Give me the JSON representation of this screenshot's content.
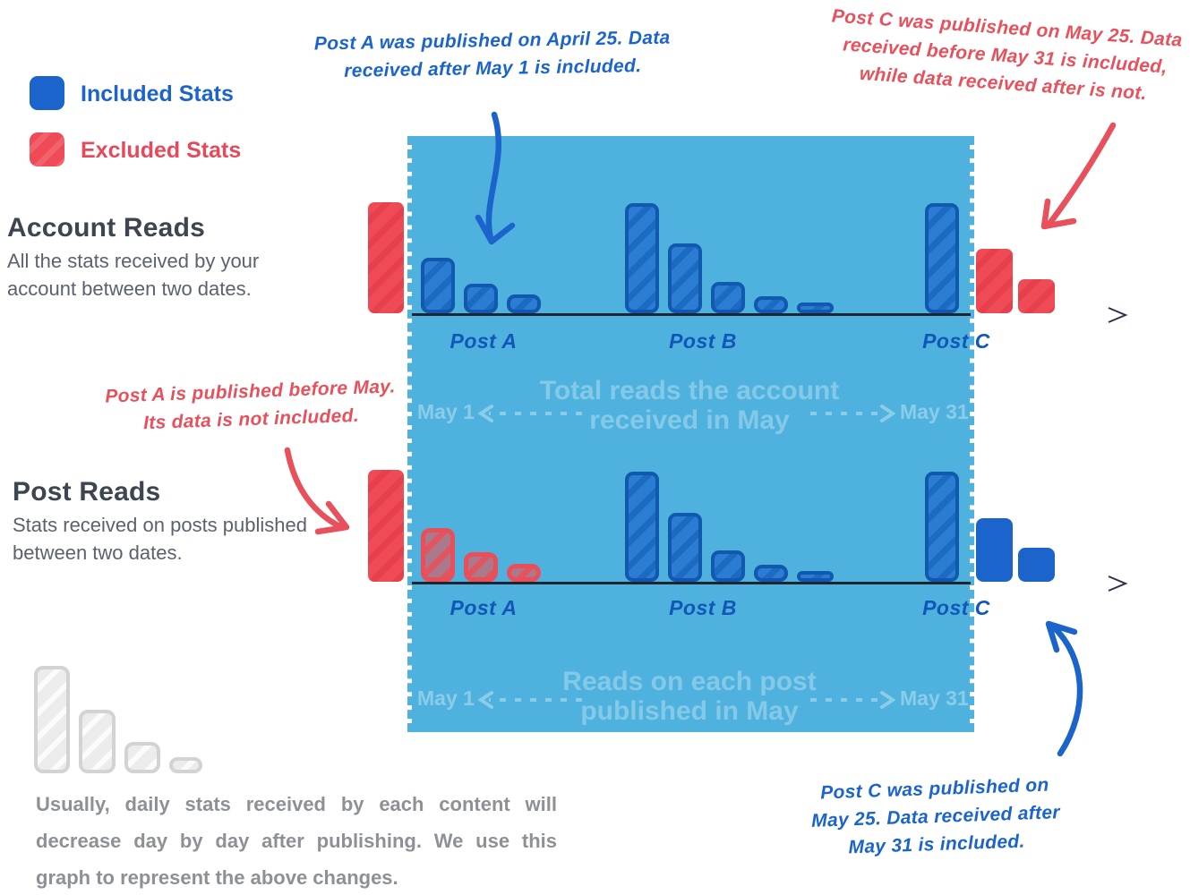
{
  "legend": {
    "included_label": "Included Stats",
    "excluded_label": "Excluded Stats"
  },
  "sections": {
    "account_reads": {
      "title": "Account Reads",
      "description": "All the stats received by your account between two dates."
    },
    "post_reads": {
      "title": "Post Reads",
      "description": "Stats received on posts published between two dates."
    }
  },
  "annotations": {
    "post_a_top": "Post A was published on April 25. Data received after May 1 is included.",
    "post_c_top": "Post C was published on May 25. Data received before May 31 is included, while data received after is not.",
    "post_a_left": "Post A is published before May. Its data is not included.",
    "post_c_bottom": "Post C was published on May 25. Data received after May 31 is included."
  },
  "footer_note": "Usually, daily stats received by each content will decrease day by day after publishing. We use this graph to represent the above changes.",
  "colors": {
    "included_blue": "#1b64cb",
    "excluded_red": "#ee4b56",
    "box_blue": "#4fb2de",
    "bar_blue_fill": "#2b7dd3",
    "bar_blue_border": "#1059ae",
    "watermark": "rgba(255,255,255,0.30)",
    "heading_dark": "#3d4550",
    "body_gray": "#5a626d",
    "footer_gray": "#8d9196"
  },
  "chart_data": [
    {
      "type": "bar",
      "name": "account-reads-timeline",
      "watermark_lines": [
        "Total reads the account",
        "received in May"
      ],
      "range_start": "May 1",
      "range_end": "May 31",
      "post_labels": [
        "Post A",
        "Post B",
        "Post C"
      ],
      "groups": [
        {
          "name": "before-may-excluded",
          "bars": [
            {
              "status": "excluded",
              "style": "red-hatch",
              "h": 124,
              "w": 40
            }
          ]
        },
        {
          "name": "post-a",
          "bars": [
            {
              "status": "included",
              "style": "blue-hatch",
              "h": 62
            },
            {
              "status": "included",
              "style": "blue-hatch",
              "h": 33
            },
            {
              "status": "included",
              "style": "blue-hatch",
              "h": 21
            }
          ]
        },
        {
          "name": "post-b",
          "bars": [
            {
              "status": "included",
              "style": "blue-hatch",
              "h": 123
            },
            {
              "status": "included",
              "style": "blue-hatch",
              "h": 78
            },
            {
              "status": "included",
              "style": "blue-hatch",
              "h": 35
            },
            {
              "status": "included",
              "style": "blue-hatch",
              "h": 19
            },
            {
              "status": "included",
              "style": "blue-hatch",
              "h": 12,
              "w": 41
            }
          ]
        },
        {
          "name": "post-c",
          "bars": [
            {
              "status": "included",
              "style": "blue-hatch",
              "h": 123
            }
          ]
        },
        {
          "name": "after-may-excluded",
          "bars": [
            {
              "status": "excluded",
              "style": "red-hatch",
              "h": 72,
              "w": 41
            },
            {
              "status": "excluded",
              "style": "red-hatch",
              "h": 38,
              "w": 41
            }
          ]
        }
      ]
    },
    {
      "type": "bar",
      "name": "post-reads-timeline",
      "watermark_lines": [
        "Reads on each post",
        "published in May"
      ],
      "range_start": "May 1",
      "range_end": "May 31",
      "post_labels": [
        "Post A",
        "Post B",
        "Post C"
      ],
      "groups": [
        {
          "name": "before-may-excluded",
          "bars": [
            {
              "status": "excluded",
              "style": "red-hatch",
              "h": 125,
              "w": 40
            }
          ]
        },
        {
          "name": "post-a-excluded",
          "bars": [
            {
              "status": "excluded",
              "style": "red-hatch-muted",
              "h": 60
            },
            {
              "status": "excluded",
              "style": "red-hatch-muted",
              "h": 33
            },
            {
              "status": "excluded",
              "style": "red-hatch-muted",
              "h": 20
            }
          ]
        },
        {
          "name": "post-b",
          "bars": [
            {
              "status": "included",
              "style": "blue-hatch",
              "h": 123
            },
            {
              "status": "included",
              "style": "blue-hatch",
              "h": 77
            },
            {
              "status": "included",
              "style": "blue-hatch",
              "h": 35
            },
            {
              "status": "included",
              "style": "blue-hatch",
              "h": 19
            },
            {
              "status": "included",
              "style": "blue-hatch",
              "h": 12,
              "w": 41
            }
          ]
        },
        {
          "name": "post-c",
          "bars": [
            {
              "status": "included",
              "style": "blue-hatch",
              "h": 123
            }
          ]
        },
        {
          "name": "after-may-included",
          "bars": [
            {
              "status": "included",
              "style": "blue-solid",
              "h": 71,
              "w": 41
            },
            {
              "status": "included",
              "style": "blue-solid",
              "h": 38,
              "w": 41
            }
          ]
        }
      ]
    },
    {
      "type": "bar",
      "name": "daily-decay-illustration",
      "groups": [
        {
          "name": "days-after-publishing",
          "bars": [
            {
              "status": "neutral",
              "style": "gray-hatch",
              "h": 120,
              "w": 40
            },
            {
              "status": "neutral",
              "style": "gray-hatch",
              "h": 71,
              "w": 41
            },
            {
              "status": "neutral",
              "style": "gray-hatch",
              "h": 35,
              "w": 40
            },
            {
              "status": "neutral",
              "style": "gray-hatch",
              "h": 18,
              "w": 37
            }
          ]
        }
      ]
    }
  ]
}
